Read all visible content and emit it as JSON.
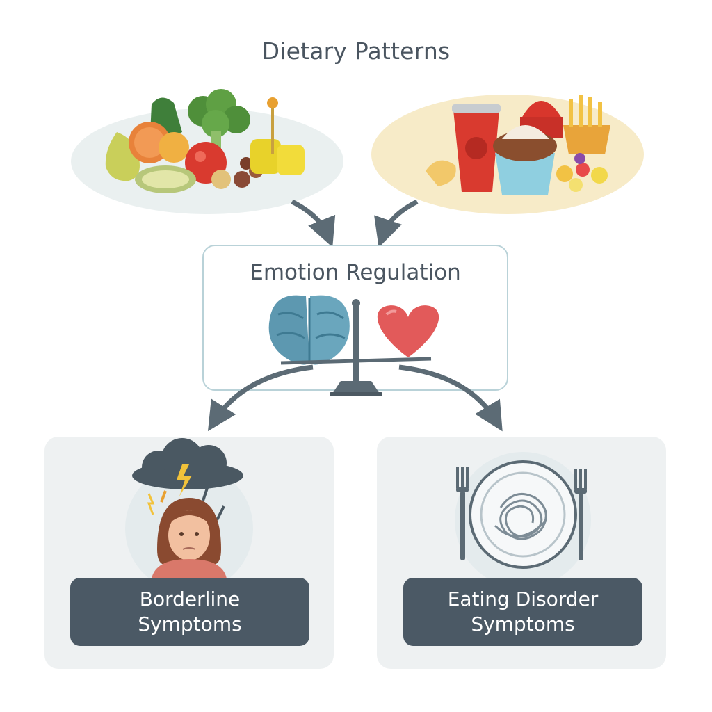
{
  "title": "Dietary Patterns",
  "center": {
    "title": "Emotion Regulation"
  },
  "outcomes": {
    "left": {
      "line1": "Borderline",
      "line2": "Symptoms"
    },
    "right": {
      "line1": "Eating Disorder",
      "line2": "Symptoms"
    }
  },
  "colors": {
    "text": "#4a5560",
    "label_bg": "#4b5965",
    "card_bg": "#eef1f2",
    "box_border": "#b9d2d8",
    "healthy_plate": "#eaf0f0",
    "processed_plate": "#f7ebc8",
    "arrow": "#5c6b75"
  },
  "icons": {
    "healthy": "healthy-food-plate-icon",
    "processed": "processed-food-plate-icon",
    "brain": "brain-icon",
    "heart": "heart-icon",
    "balance": "balance-scale-icon",
    "stressed_person": "stressed-woman-storm-cloud-icon",
    "plate": "tangled-plate-fork-icon"
  }
}
